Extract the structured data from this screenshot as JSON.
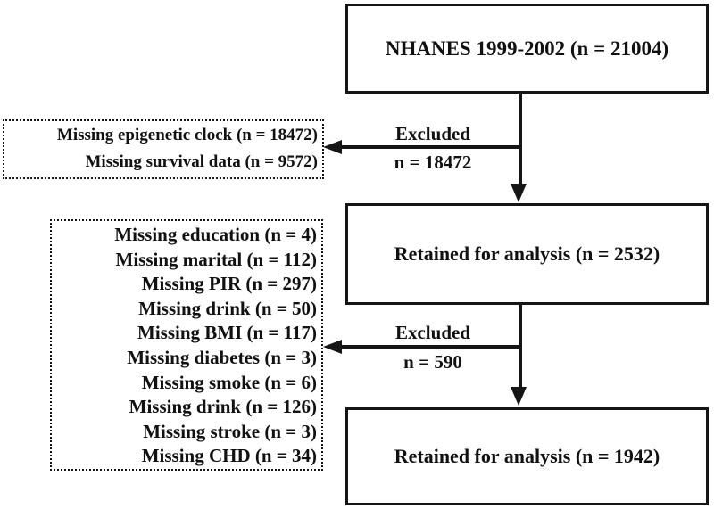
{
  "diagram": {
    "nodes": {
      "top_box": "NHANES 1999-2002 (n = 21004)",
      "mid_box": "Retained for analysis (n = 2532)",
      "bottom_box": "Retained for analysis (n = 1942)"
    },
    "exclusion_1": {
      "label": "Excluded",
      "count": "n = 18472",
      "reasons": [
        "Missing epigenetic clock (n = 18472)",
        "Missing survival data (n = 9572)"
      ]
    },
    "exclusion_2": {
      "label": "Excluded",
      "count": "n = 590",
      "reasons": [
        "Missing education (n = 4)",
        "Missing marital (n = 112)",
        "Missing PIR (n = 297)",
        "Missing drink (n = 50)",
        "Missing BMI (n = 117)",
        "Missing diabetes (n = 3)",
        "Missing smoke (n = 6)",
        "Missing drink (n = 126)",
        "Missing stroke (n = 3)",
        "Missing CHD (n = 34)"
      ]
    },
    "colors": {
      "ink": "#111111",
      "background": "#ffffff"
    }
  }
}
